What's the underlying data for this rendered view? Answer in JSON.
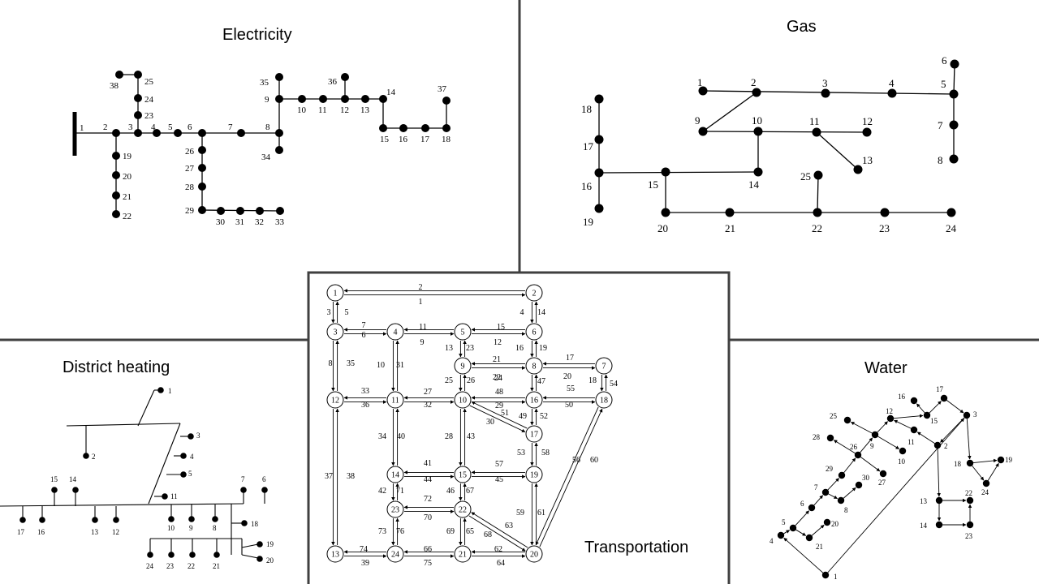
{
  "panels": {
    "electricity": {
      "title": "Electricity",
      "nodes": [
        {
          "id": "e2",
          "label": "2"
        },
        {
          "id": "e3",
          "label": "3"
        },
        {
          "id": "e4",
          "label": "4"
        },
        {
          "id": "e5",
          "label": "5"
        },
        {
          "id": "e6",
          "label": "6"
        },
        {
          "id": "e7",
          "label": "7"
        },
        {
          "id": "e8",
          "label": "8"
        },
        {
          "id": "e9",
          "label": "9"
        },
        {
          "id": "e10",
          "label": "10"
        },
        {
          "id": "e11",
          "label": "11"
        },
        {
          "id": "e12",
          "label": "12"
        },
        {
          "id": "e13",
          "label": "13"
        },
        {
          "id": "e14",
          "label": "14"
        },
        {
          "id": "e15",
          "label": "15"
        },
        {
          "id": "e16",
          "label": "16"
        },
        {
          "id": "e17",
          "label": "17"
        },
        {
          "id": "e18",
          "label": "18"
        },
        {
          "id": "e19",
          "label": "19"
        },
        {
          "id": "e20",
          "label": "20"
        },
        {
          "id": "e21",
          "label": "21"
        },
        {
          "id": "e22",
          "label": "22"
        },
        {
          "id": "e23",
          "label": "23"
        },
        {
          "id": "e24",
          "label": "24"
        },
        {
          "id": "e25",
          "label": "25"
        },
        {
          "id": "e26",
          "label": "26"
        },
        {
          "id": "e27",
          "label": "27"
        },
        {
          "id": "e28",
          "label": "28"
        },
        {
          "id": "e29",
          "label": "29"
        },
        {
          "id": "e30",
          "label": "30"
        },
        {
          "id": "e31",
          "label": "31"
        },
        {
          "id": "e32",
          "label": "32"
        },
        {
          "id": "e33",
          "label": "33"
        },
        {
          "id": "e34",
          "label": "34"
        },
        {
          "id": "e35",
          "label": "35"
        },
        {
          "id": "e36",
          "label": "36"
        },
        {
          "id": "e37",
          "label": "37"
        },
        {
          "id": "e38",
          "label": "38"
        }
      ],
      "bus_label": "1"
    },
    "gas": {
      "title": "Gas",
      "nodes": [
        {
          "id": "g1",
          "label": "1"
        },
        {
          "id": "g2",
          "label": "2"
        },
        {
          "id": "g3",
          "label": "3"
        },
        {
          "id": "g4",
          "label": "4"
        },
        {
          "id": "g5",
          "label": "5"
        },
        {
          "id": "g6",
          "label": "6"
        },
        {
          "id": "g7",
          "label": "7"
        },
        {
          "id": "g8",
          "label": "8"
        },
        {
          "id": "g9",
          "label": "9"
        },
        {
          "id": "g10",
          "label": "10"
        },
        {
          "id": "g11",
          "label": "11"
        },
        {
          "id": "g12",
          "label": "12"
        },
        {
          "id": "g13",
          "label": "13"
        },
        {
          "id": "g14",
          "label": "14"
        },
        {
          "id": "g15",
          "label": "15"
        },
        {
          "id": "g16",
          "label": "16"
        },
        {
          "id": "g17",
          "label": "17"
        },
        {
          "id": "g18",
          "label": "18"
        },
        {
          "id": "g19",
          "label": "19"
        },
        {
          "id": "g20",
          "label": "20"
        },
        {
          "id": "g21",
          "label": "21"
        },
        {
          "id": "g22",
          "label": "22"
        },
        {
          "id": "g23",
          "label": "23"
        },
        {
          "id": "g24",
          "label": "24"
        },
        {
          "id": "g25",
          "label": "25"
        }
      ]
    },
    "district_heating": {
      "title": "District heating",
      "nodes": [
        {
          "id": "h1",
          "label": "1"
        },
        {
          "id": "h2",
          "label": "2"
        },
        {
          "id": "h3",
          "label": "3"
        },
        {
          "id": "h4",
          "label": "4"
        },
        {
          "id": "h5",
          "label": "5"
        },
        {
          "id": "h6",
          "label": "6"
        },
        {
          "id": "h7",
          "label": "7"
        },
        {
          "id": "h8",
          "label": "8"
        },
        {
          "id": "h9",
          "label": "9"
        },
        {
          "id": "h10",
          "label": "10"
        },
        {
          "id": "h11",
          "label": "11"
        },
        {
          "id": "h12",
          "label": "12"
        },
        {
          "id": "h13",
          "label": "13"
        },
        {
          "id": "h14",
          "label": "14"
        },
        {
          "id": "h15",
          "label": "15"
        },
        {
          "id": "h16",
          "label": "16"
        },
        {
          "id": "h17",
          "label": "17"
        },
        {
          "id": "h18",
          "label": "18"
        },
        {
          "id": "h19",
          "label": "19"
        },
        {
          "id": "h20",
          "label": "20"
        },
        {
          "id": "h21",
          "label": "21"
        },
        {
          "id": "h22",
          "label": "22"
        },
        {
          "id": "h23",
          "label": "23"
        },
        {
          "id": "h24",
          "label": "24"
        }
      ]
    },
    "transportation": {
      "title": "Transportation",
      "nodes": [
        "1",
        "2",
        "3",
        "4",
        "5",
        "6",
        "7",
        "8",
        "9",
        "10",
        "11",
        "12",
        "13",
        "14",
        "15",
        "16",
        "17",
        "18",
        "19",
        "20",
        "21",
        "22",
        "23",
        "24"
      ],
      "link_labels": [
        "1",
        "2",
        "3",
        "4",
        "5",
        "6",
        "7",
        "8",
        "9",
        "10",
        "11",
        "12",
        "13",
        "14",
        "15",
        "16",
        "17",
        "18",
        "19",
        "20",
        "21",
        "22",
        "23",
        "24",
        "25",
        "26",
        "27",
        "28",
        "29",
        "30",
        "31",
        "32",
        "33",
        "34",
        "35",
        "36",
        "37",
        "38",
        "39",
        "40",
        "41",
        "42",
        "43",
        "44",
        "45",
        "46",
        "47",
        "48",
        "49",
        "50",
        "51",
        "52",
        "53",
        "54",
        "55",
        "56",
        "57",
        "58",
        "59",
        "60",
        "61",
        "62",
        "63",
        "64",
        "65",
        "66",
        "67",
        "68",
        "69",
        "70",
        "71",
        "72",
        "73",
        "74",
        "75",
        "76"
      ]
    },
    "water": {
      "title": "Water",
      "nodes": [
        {
          "id": "w1",
          "label": "1"
        },
        {
          "id": "w2",
          "label": "2"
        },
        {
          "id": "w3",
          "label": "3"
        },
        {
          "id": "w4",
          "label": "4"
        },
        {
          "id": "w5",
          "label": "5"
        },
        {
          "id": "w6",
          "label": "6"
        },
        {
          "id": "w7",
          "label": "7"
        },
        {
          "id": "w8",
          "label": "8"
        },
        {
          "id": "w9",
          "label": "9"
        },
        {
          "id": "w10",
          "label": "10"
        },
        {
          "id": "w11",
          "label": "11"
        },
        {
          "id": "w12",
          "label": "12"
        },
        {
          "id": "w13",
          "label": "13"
        },
        {
          "id": "w14",
          "label": "14"
        },
        {
          "id": "w15",
          "label": "15"
        },
        {
          "id": "w16",
          "label": "16"
        },
        {
          "id": "w17",
          "label": "17"
        },
        {
          "id": "w18",
          "label": "18"
        },
        {
          "id": "w19",
          "label": "19"
        },
        {
          "id": "w20",
          "label": "20"
        },
        {
          "id": "w21",
          "label": "21"
        },
        {
          "id": "w22",
          "label": "22"
        },
        {
          "id": "w23",
          "label": "23"
        },
        {
          "id": "w24",
          "label": "24"
        },
        {
          "id": "w25",
          "label": "25"
        },
        {
          "id": "w26",
          "label": "26"
        },
        {
          "id": "w27",
          "label": "27"
        },
        {
          "id": "w28",
          "label": "28"
        },
        {
          "id": "w29",
          "label": "29"
        },
        {
          "id": "w30",
          "label": "30"
        }
      ]
    }
  }
}
